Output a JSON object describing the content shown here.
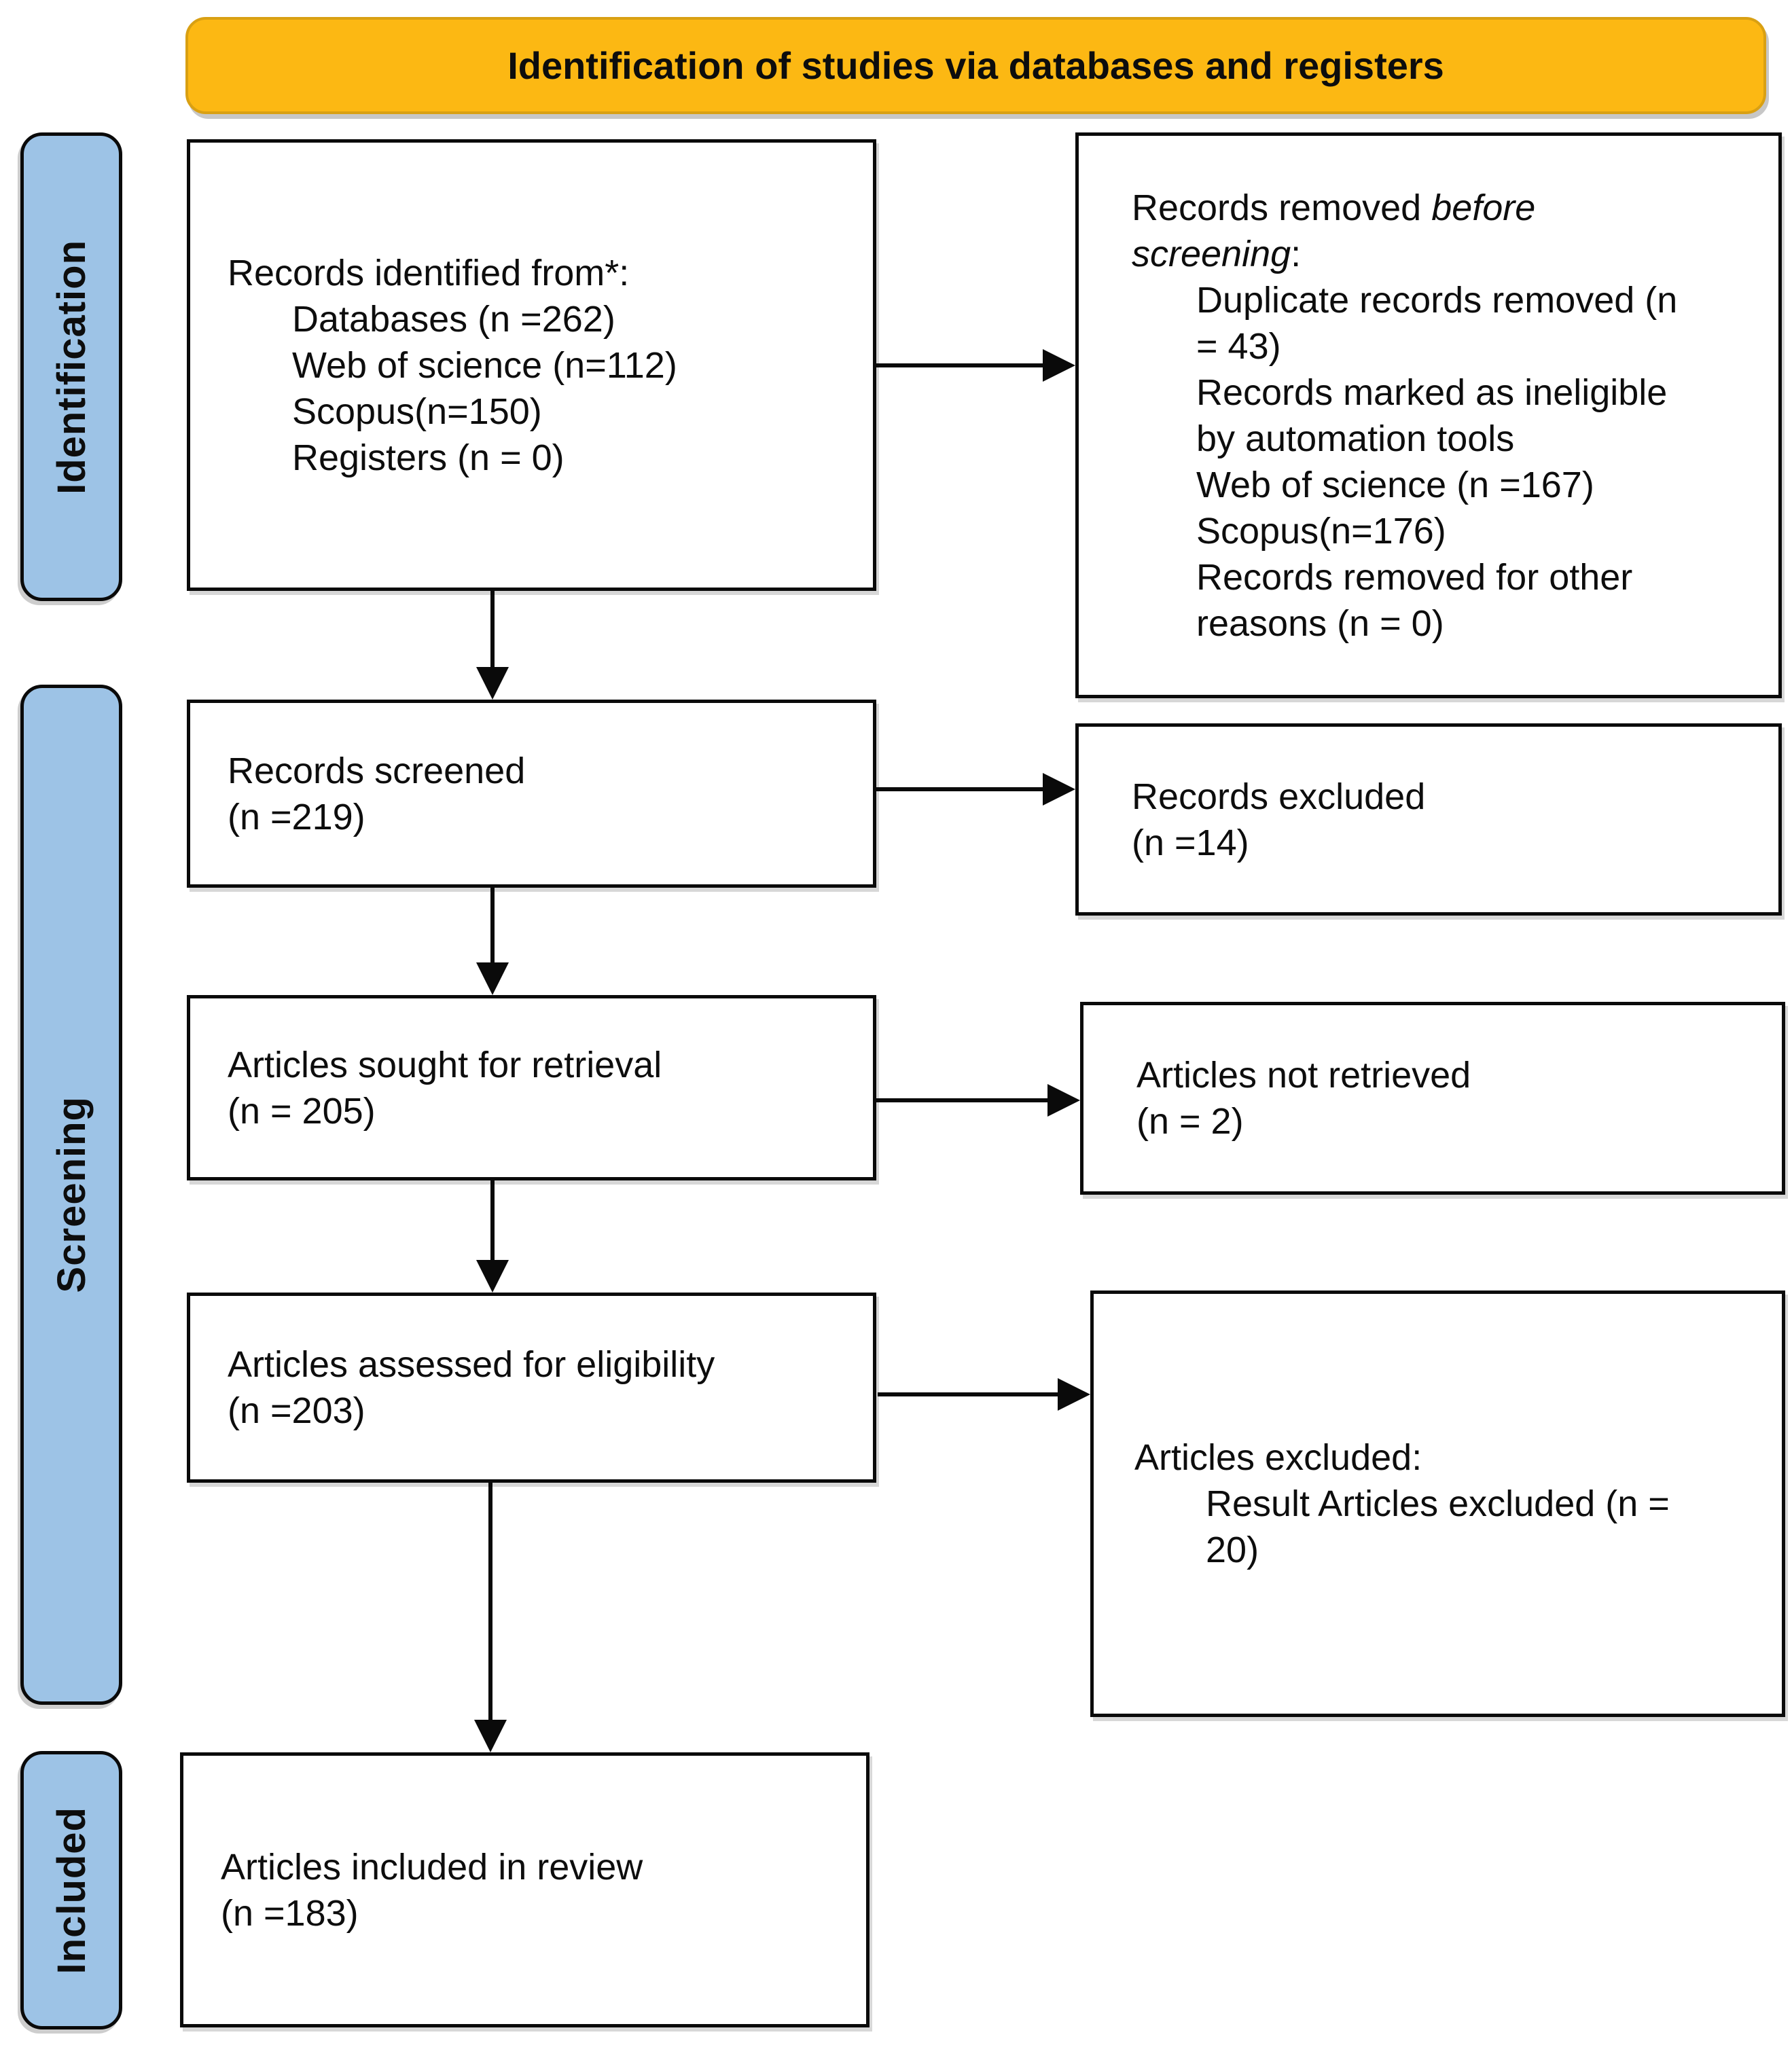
{
  "banner": {
    "label": "Identification of studies via databases and registers"
  },
  "colors": {
    "banner-bg": "#FCB813",
    "banner-border": "#D9A013",
    "stage-bg": "#9DC3E6"
  },
  "stages": {
    "identification": "Identification",
    "screening": "Screening",
    "included": "Included"
  },
  "boxes": {
    "records_identified": {
      "lines": [
        {
          "indent": 0,
          "text": "Records identified from*:"
        },
        {
          "indent": 1,
          "text": "Databases (n =262)"
        },
        {
          "indent": 1,
          "text": "Web of science (n=112)"
        },
        {
          "indent": 1,
          "text": "Scopus(n=150)"
        },
        {
          "indent": 1,
          "text": "Registers (n = 0)"
        }
      ]
    },
    "records_removed": {
      "lines": [
        {
          "indent": 0,
          "segs": [
            {
              "t": "Records removed ",
              "i": false
            },
            {
              "t": "before",
              "i": true
            }
          ]
        },
        {
          "indent": 0,
          "segs": [
            {
              "t": "screening",
              "i": true
            },
            {
              "t": ":",
              "i": false
            }
          ]
        },
        {
          "indent": 1,
          "text": "Duplicate records removed (n"
        },
        {
          "indent": 1,
          "text": "= 43)"
        },
        {
          "indent": 1,
          "text": "Records marked as ineligible"
        },
        {
          "indent": 1,
          "text": "by automation tools"
        },
        {
          "indent": 1,
          "text": "Web of science (n =167)"
        },
        {
          "indent": 1,
          "text": "Scopus(n=176)"
        },
        {
          "indent": 1,
          "text": "Records removed for other"
        },
        {
          "indent": 1,
          "text": "reasons (n = 0)"
        }
      ]
    },
    "records_screened": {
      "lines": [
        {
          "indent": 0,
          "text": "Records screened"
        },
        {
          "indent": 0,
          "text": "(n =219)"
        }
      ]
    },
    "records_excluded": {
      "lines": [
        {
          "indent": 0,
          "text": "Records excluded"
        },
        {
          "indent": 0,
          "text": "(n =14)"
        }
      ]
    },
    "articles_sought": {
      "lines": [
        {
          "indent": 0,
          "text": "Articles sought for retrieval"
        },
        {
          "indent": 0,
          "text": "(n = 205)"
        }
      ]
    },
    "articles_not_retrieved": {
      "lines": [
        {
          "indent": 0,
          "text": "Articles not retrieved"
        },
        {
          "indent": 0,
          "text": "(n = 2)"
        }
      ]
    },
    "articles_assessed": {
      "lines": [
        {
          "indent": 0,
          "text": "Articles assessed for eligibility"
        },
        {
          "indent": 0,
          "text": "(n =203)"
        }
      ]
    },
    "articles_excluded": {
      "lines": [
        {
          "indent": 0,
          "text": "Articles excluded:"
        },
        {
          "indent": 1,
          "text": "Result Articles excluded (n ="
        },
        {
          "indent": 1,
          "text": "20)"
        }
      ]
    },
    "articles_included": {
      "lines": [
        {
          "indent": 0,
          "text": "Articles included in review"
        },
        {
          "indent": 0,
          "text": "(n =183)"
        }
      ]
    }
  }
}
